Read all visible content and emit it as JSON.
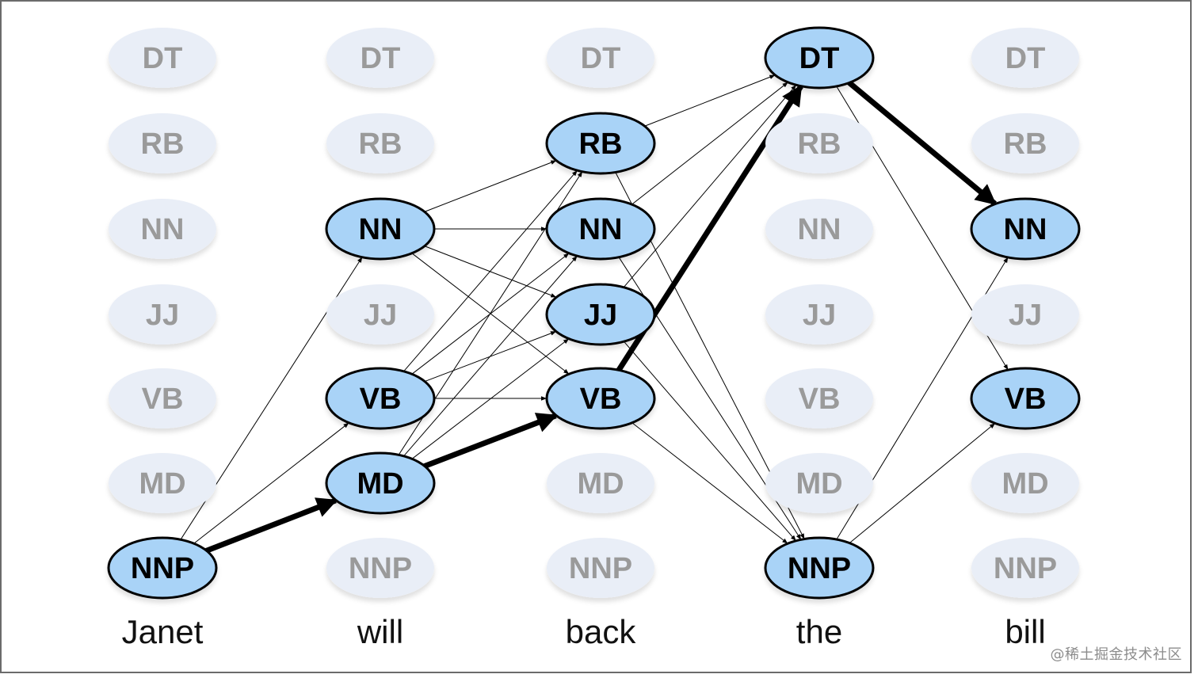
{
  "tags": [
    "DT",
    "RB",
    "NN",
    "JJ",
    "VB",
    "MD",
    "NNP"
  ],
  "words": [
    "Janet",
    "will",
    "back",
    "the",
    "bill"
  ],
  "active_states": {
    "Janet": [
      "NNP"
    ],
    "will": [
      "NN",
      "VB",
      "MD"
    ],
    "back": [
      "RB",
      "NN",
      "JJ",
      "VB"
    ],
    "the": [
      "DT",
      "NNP"
    ],
    "bill": [
      "NN",
      "VB"
    ]
  },
  "edges": [
    {
      "from": [
        "Janet",
        "NNP"
      ],
      "to": [
        "will",
        "NN"
      ],
      "bold": false
    },
    {
      "from": [
        "Janet",
        "NNP"
      ],
      "to": [
        "will",
        "VB"
      ],
      "bold": false
    },
    {
      "from": [
        "Janet",
        "NNP"
      ],
      "to": [
        "will",
        "MD"
      ],
      "bold": true
    },
    {
      "from": [
        "will",
        "NN"
      ],
      "to": [
        "back",
        "RB"
      ],
      "bold": false
    },
    {
      "from": [
        "will",
        "NN"
      ],
      "to": [
        "back",
        "NN"
      ],
      "bold": false
    },
    {
      "from": [
        "will",
        "NN"
      ],
      "to": [
        "back",
        "JJ"
      ],
      "bold": false
    },
    {
      "from": [
        "will",
        "NN"
      ],
      "to": [
        "back",
        "VB"
      ],
      "bold": false
    },
    {
      "from": [
        "will",
        "VB"
      ],
      "to": [
        "back",
        "RB"
      ],
      "bold": false
    },
    {
      "from": [
        "will",
        "VB"
      ],
      "to": [
        "back",
        "NN"
      ],
      "bold": false
    },
    {
      "from": [
        "will",
        "VB"
      ],
      "to": [
        "back",
        "JJ"
      ],
      "bold": false
    },
    {
      "from": [
        "will",
        "VB"
      ],
      "to": [
        "back",
        "VB"
      ],
      "bold": false
    },
    {
      "from": [
        "will",
        "MD"
      ],
      "to": [
        "back",
        "RB"
      ],
      "bold": false
    },
    {
      "from": [
        "will",
        "MD"
      ],
      "to": [
        "back",
        "NN"
      ],
      "bold": false
    },
    {
      "from": [
        "will",
        "MD"
      ],
      "to": [
        "back",
        "JJ"
      ],
      "bold": false
    },
    {
      "from": [
        "will",
        "MD"
      ],
      "to": [
        "back",
        "VB"
      ],
      "bold": true
    },
    {
      "from": [
        "back",
        "RB"
      ],
      "to": [
        "the",
        "DT"
      ],
      "bold": false
    },
    {
      "from": [
        "back",
        "NN"
      ],
      "to": [
        "the",
        "DT"
      ],
      "bold": false
    },
    {
      "from": [
        "back",
        "JJ"
      ],
      "to": [
        "the",
        "DT"
      ],
      "bold": false
    },
    {
      "from": [
        "back",
        "VB"
      ],
      "to": [
        "the",
        "DT"
      ],
      "bold": true
    },
    {
      "from": [
        "back",
        "RB"
      ],
      "to": [
        "the",
        "NNP"
      ],
      "bold": false
    },
    {
      "from": [
        "back",
        "NN"
      ],
      "to": [
        "the",
        "NNP"
      ],
      "bold": false
    },
    {
      "from": [
        "back",
        "JJ"
      ],
      "to": [
        "the",
        "NNP"
      ],
      "bold": false
    },
    {
      "from": [
        "back",
        "VB"
      ],
      "to": [
        "the",
        "NNP"
      ],
      "bold": false
    },
    {
      "from": [
        "the",
        "DT"
      ],
      "to": [
        "bill",
        "NN"
      ],
      "bold": true
    },
    {
      "from": [
        "the",
        "DT"
      ],
      "to": [
        "bill",
        "VB"
      ],
      "bold": false
    },
    {
      "from": [
        "the",
        "NNP"
      ],
      "to": [
        "bill",
        "NN"
      ],
      "bold": false
    },
    {
      "from": [
        "the",
        "NNP"
      ],
      "to": [
        "bill",
        "VB"
      ],
      "bold": false
    }
  ],
  "colors": {
    "active_fill": "#a9d3f7",
    "active_stroke": "#000000",
    "active_text": "#000000",
    "inactive_fill": "#e9eef7",
    "inactive_text": "#9a9a9a",
    "edge": "#000000",
    "word_text": "#111111"
  },
  "watermark": "@稀土掘金技术社区"
}
